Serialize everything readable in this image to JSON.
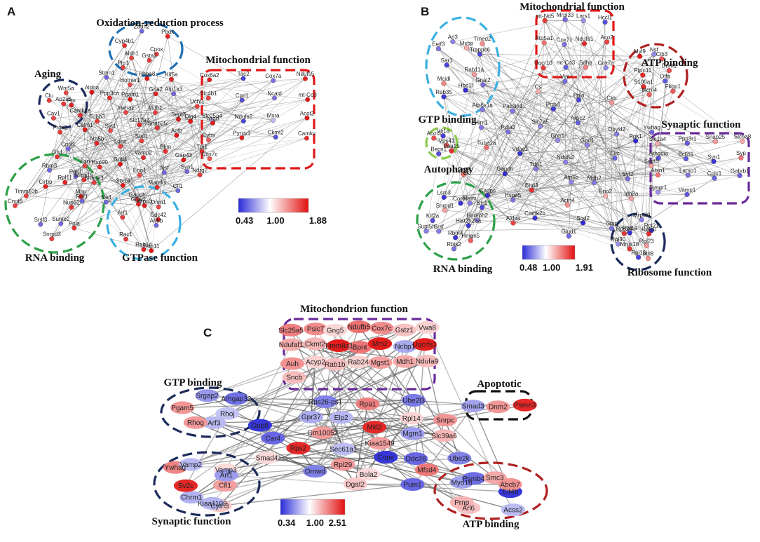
{
  "panels": [
    {
      "letter": "A",
      "scale": {
        "min": "0.43",
        "mid": "1.00",
        "max": "1.88"
      },
      "modules": [
        {
          "title": "Oxidation-reduction process",
          "nodes": [
            "Cpox",
            "Gsta3",
            "Aldh1",
            "Cyp4b1",
            "Zadh2",
            "Pbdx"
          ]
        },
        {
          "title": "Aging",
          "nodes": [
            "Ptn",
            "Cav1",
            "Clu",
            "Wnt5a"
          ]
        },
        {
          "title": "Mitochondrial function",
          "nodes": [
            "Cox6a2",
            "Tac2",
            "Cox7a",
            "Ndufs5",
            "Slc4b1",
            "Cpd1",
            "Ncald",
            "mt-Co3",
            "Slc25a4",
            "Ndufs2",
            "Mxra",
            "Acot2",
            "Cybs",
            "Pyruv1",
            "Ckmt2",
            "Camkv",
            "Cox7c"
          ]
        },
        {
          "title": "RNA binding",
          "nodes": [
            "Nup62",
            "Ppia",
            "Sumo2",
            "Snrpd3",
            "Srsf3",
            "Cnot6",
            "Timm10b",
            "Cirbp",
            "Rbm3",
            "Rpl11",
            "Mrps15",
            "Rnf1"
          ]
        },
        {
          "title": "GTPase function",
          "nodes": [
            "Arl8b",
            "Rab11",
            "Rab14",
            "Rac1",
            "Arf1",
            "Gnai2",
            "Arpc3",
            "Cdc42"
          ]
        }
      ],
      "inner_nodes": [
        "Sod1",
        "Ldhb",
        "Slc17a7",
        "Vamp2",
        "Syt1",
        "Snap25",
        "Gnb1",
        "Ywhaz",
        "Pkm",
        "Atp5b",
        "Mdh1",
        "Eno1",
        "Tubb3",
        "Actb",
        "Hsp90",
        "Pgam1",
        "Nsf",
        "Calm1",
        "Sept7",
        "Stx1a",
        "Ppp3ca",
        "Gap43",
        "Bsn",
        "Gria2",
        "Marcks",
        "Camk2a",
        "Dlg4",
        "Shank3",
        "Homer1",
        "Syn1",
        "Cplx1",
        "Atp1a3",
        "Gapdh",
        "Aldoa",
        "Tpi1",
        "Pgk1",
        "Hspa8",
        "Cfl1",
        "Prdx2",
        "Uchl1",
        "Nefl",
        "Stmn1",
        "Ndrg2",
        "Glul",
        "Kif5a",
        "Dnm1",
        "Ap2a1",
        "Nrgn",
        "Mbp",
        "Plp1"
      ]
    },
    {
      "letter": "B",
      "scale": {
        "min": "0.48",
        "mid": "1.00",
        "max": "1.91"
      },
      "modules": [
        {
          "title": "Mitochondrial function",
          "nodes": [
            "mt-Nd5",
            "Mrpl33",
            "Lars1",
            "Hccl1",
            "Atp5a1",
            "Cox7c",
            "Ndufa1",
            "Aco2",
            "Uqcr10",
            "mt-Co3",
            "Sdhb",
            "Cox7a"
          ]
        },
        {
          "title": "ATP binding",
          "nodes": [
            "Dffa",
            "Fkbp1",
            "Mcm4",
            "S100a1",
            "Ptpn11",
            "Myl9",
            "Nsf",
            "Cib3",
            "Dnm1"
          ]
        },
        {
          "title": "GTP binding",
          "nodes": [
            "Rab11a",
            "Gnai2",
            "Hbs1l",
            "Rab35",
            "Mcidl",
            "Sar1",
            "Eeif3",
            "Arl3",
            "Mxbp",
            "Tmed2",
            "Trappc6"
          ]
        },
        {
          "title": "Autophagy",
          "nodes": [
            "Vps41",
            "Becn1",
            "Atxn3",
            "Vti1a"
          ]
        },
        {
          "title": "Synaptic function",
          "nodes": [
            "Slc1a4",
            "Ppp3r1",
            "Snap25",
            "Slc6a8",
            "Arhgdia",
            "Bcl2l1",
            "Syn1",
            "Syp",
            "Atxn1",
            "Lamp1",
            "Cplx1",
            "Gabrb1",
            "Syngr1",
            "Vamp1"
          ]
        },
        {
          "title": "RNA binding",
          "nodes": [
            "Hist2h2aa",
            "Hmgn5",
            "Rbm4",
            "Rbis2",
            "Srsf",
            "Supt5h",
            "Kif2a",
            "Snrpd1",
            "Lsm3",
            "Coro6",
            "Krr1",
            "Hnrnph2"
          ]
        },
        {
          "title": "Ribosome function",
          "nodes": [
            "Rpl23",
            "Mrl8",
            "Rpl13",
            "Mrps18",
            "Rpl30",
            "Rps24",
            "Rpl14",
            "Mrpl30",
            "Rpl21",
            "Rplp0"
          ]
        }
      ],
      "inner_nodes": [
        "Ndufs2",
        "Tdp1",
        "Gnb1",
        "Atp5b",
        "Vdac1",
        "Gpd1",
        "Ehd3",
        "Slc7a5",
        "Mdh2",
        "Gapdh",
        "Arpc2",
        "Actn4",
        "Pdia3",
        "Cltc",
        "Hspa5",
        "Prdx1",
        "Eno2",
        "Tuba1a",
        "Dpysl2",
        "Camk2b",
        "Pacsin1",
        "Syt2",
        "Cadps",
        "Ppia",
        "Sod2",
        "Hint1",
        "Pgk1",
        "Aldoa",
        "Cs",
        "Idh3a",
        "Got2",
        "Ckb",
        "Glud1",
        "Atp6v1a",
        "Sept5",
        "Nefm",
        "Vim",
        "Gfap",
        "Pea15",
        "Ywhag"
      ]
    },
    {
      "letter": "C",
      "scale": {
        "min": "0.34",
        "mid": "1.00",
        "max": "2.51"
      },
      "modules": [
        {
          "title": "Mitochondrion function",
          "nodes": [
            "Slc25a5",
            "Psic7",
            "Gng5",
            "Ndufb5",
            "Cox7c",
            "Gstz1",
            "Vwa8",
            "Ndufaf1",
            "Ckmt2",
            "Timm8a1",
            "Bpnt",
            "Mrs2",
            "Ncbp1",
            "Uqcrfs1",
            "Auh",
            "Acyp2",
            "Rab1b",
            "Rab24",
            "Mgst1",
            "Mdh1",
            "Ndufa9",
            "Sncb"
          ]
        },
        {
          "title": "GTP binding",
          "nodes": [
            "Rhoj",
            "Arf3",
            "Rhog",
            "Pgam5",
            "Srgap2",
            "Arhgap32"
          ]
        },
        {
          "title": "Apoptotic",
          "nodes": [
            "Smad3",
            "Dnm2",
            "Psme3"
          ]
        },
        {
          "title": "Synaptic function",
          "nodes": [
            "Cfl1",
            "Cyth3",
            "Kiaa1109",
            "Chrm1",
            "Sv2c",
            "Ywhag",
            "Vamp2",
            "Vamp3",
            "Arf1"
          ]
        },
        {
          "title": "ATP binding",
          "nodes": [
            "Eif4b",
            "Acss2",
            "Arl6",
            "Prnp",
            "Myo1b",
            "Psmb4",
            "Smc3",
            "Abcb7"
          ]
        }
      ],
      "inner_nodes": [
        "Kiaa1549",
        "Sec61a1",
        "Mkl2",
        "Cope",
        "Gm10052",
        "Mgrn1",
        "Rpl29",
        "Elp2",
        "Odc26",
        "Rps2",
        "Rpl14",
        "Bola2",
        "Gpr37",
        "Slc39a6",
        "Omwd",
        "Rpa1",
        "Mfsd4",
        "Car4",
        "Snrpc",
        "Dgat2",
        "Rps26-ps1",
        "Ube2k",
        "Smad4",
        "Ube2l3",
        "Pum1",
        "Dpp8"
      ]
    }
  ],
  "colors": {
    "low": "#2b2bd9",
    "mid": "#ffffff",
    "high": "#e21010",
    "module_blue": "#1f6fb4",
    "module_red": "#e01818",
    "module_green": "#2ca048",
    "module_cyan": "#3ab0e0",
    "module_navy": "#1c2a5a",
    "module_purple": "#6a2a9a",
    "module_black": "#111111",
    "module_darkred": "#b02020",
    "module_lime": "#8acc4a"
  }
}
